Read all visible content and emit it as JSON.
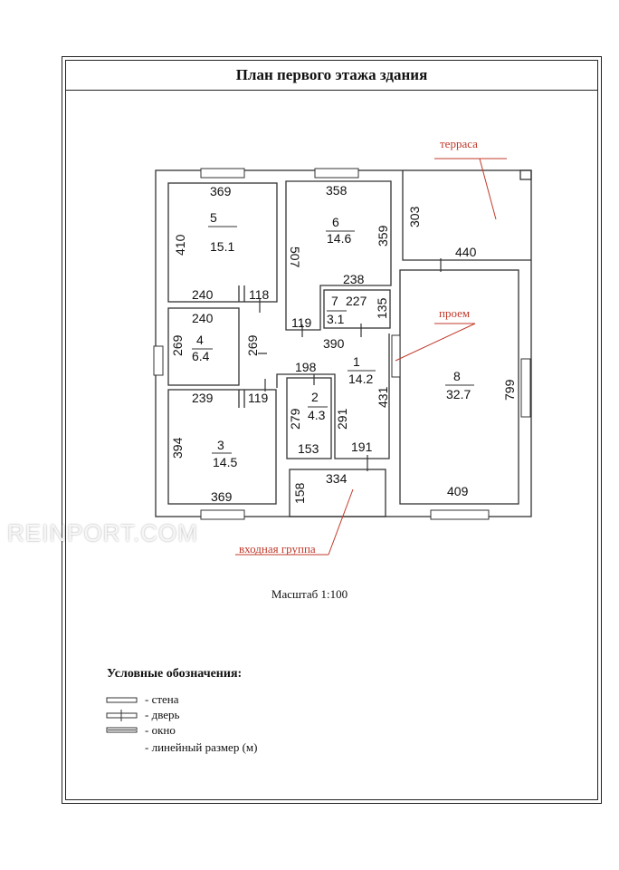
{
  "title": "План первого этажа здания",
  "scale": "Масштаб 1:100",
  "watermark": "REINPORT.COM",
  "annotations": {
    "terrace": "терраса",
    "opening": "проем",
    "entrance": "входная группа"
  },
  "rooms": [
    {
      "num": "1",
      "area": "14.2"
    },
    {
      "num": "2",
      "area": "4.3"
    },
    {
      "num": "3",
      "area": "14.5"
    },
    {
      "num": "4",
      "area": "6.4"
    },
    {
      "num": "5",
      "area": "15.1"
    },
    {
      "num": "6",
      "area": "14.6"
    },
    {
      "num": "7",
      "area": "3.1"
    },
    {
      "num": "8",
      "area": "32.7"
    }
  ],
  "dims": {
    "r5_top": "369",
    "r5_left": "410",
    "r5_bottom": "240",
    "door_118": "118",
    "r6_top": "358",
    "r6_left": "507",
    "r6_right": "359",
    "r6_step": "238",
    "r6_bottom": "119",
    "r7_top": "227",
    "r7_right": "135",
    "terrace_left": "303",
    "terrace_bottom": "440",
    "r4_top": "240",
    "r4_left": "269",
    "r4_right": "269",
    "corr_390": "390",
    "r2_top": "198",
    "r1_right": "431",
    "r3_top": "239",
    "door_119": "119",
    "r3_left": "394",
    "r3_bottom": "369",
    "r2_left": "279",
    "r2_right": "291",
    "r2_bottom": "153",
    "r1_bottom": "191",
    "ent_top": "334",
    "ent_left": "158",
    "r8_right": "799",
    "r8_bottom": "409"
  },
  "legend": {
    "title": "Условные обозначения:",
    "items": [
      "- стена",
      "- дверь",
      "- окно",
      "- линейный размер (м)"
    ]
  }
}
